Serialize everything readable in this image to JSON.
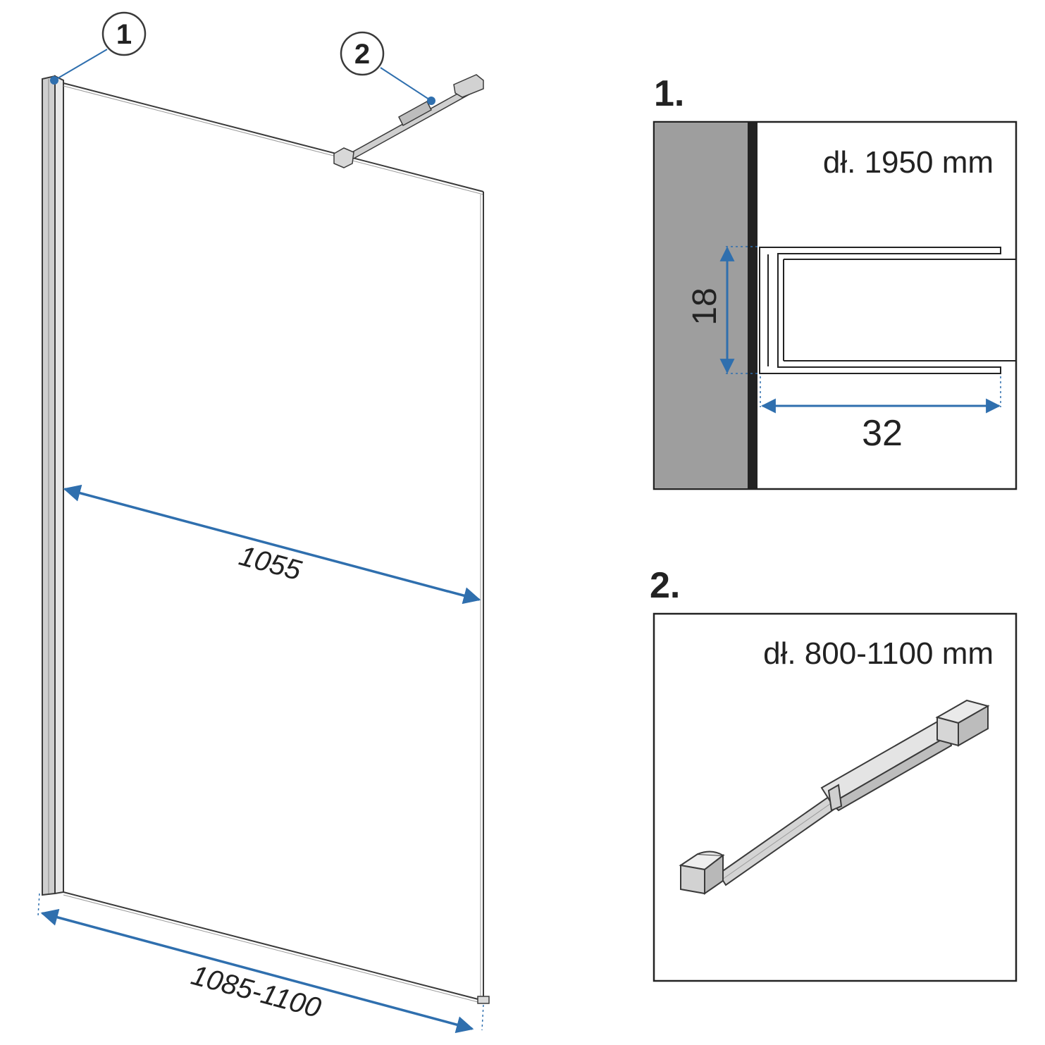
{
  "colors": {
    "accent_blue": "#2f6fae",
    "outline": "#3a3a3a",
    "profile_gray": "#b9b9b9",
    "wall_gray": "#9e9e9e",
    "wall_strip": "#222222",
    "text": "#222222"
  },
  "callouts": [
    {
      "number": "1",
      "target": "wall-profile"
    },
    {
      "number": "2",
      "target": "stabilizer-bar"
    }
  ],
  "main_drawing": {
    "glass_width_dim": "1055",
    "total_width_dim": "1085-1100"
  },
  "detail_1": {
    "heading": "1.",
    "length_label": "dł. 1950 mm",
    "height_dim": "18",
    "width_dim": "32"
  },
  "detail_2": {
    "heading": "2.",
    "length_label": "dł. 800-1100 mm"
  }
}
